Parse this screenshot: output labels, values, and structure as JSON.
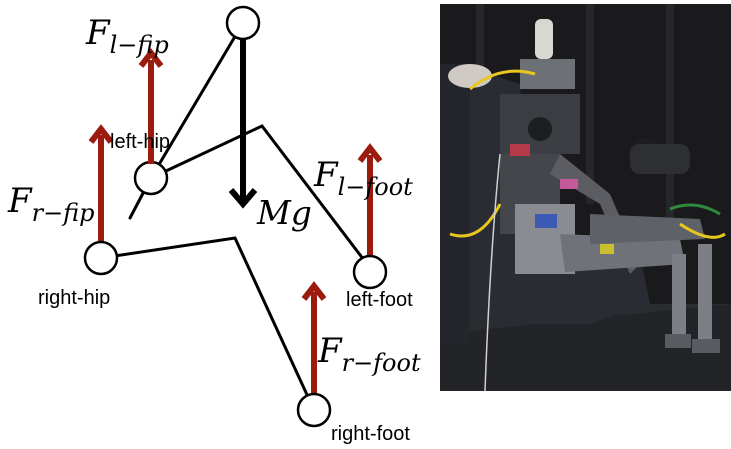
{
  "diagram": {
    "nodes": {
      "left_hip": "left-hip",
      "right_hip": "right-hip",
      "left_foot": "left-foot",
      "right_foot": "right-foot"
    },
    "forces": {
      "l_fip": {
        "base": "F",
        "sub": "l−fip"
      },
      "r_fip": {
        "base": "F",
        "sub": "r−fip"
      },
      "l_foot": {
        "base": "F",
        "sub": "l−foot"
      },
      "r_foot": {
        "base": "F",
        "sub": "r−foot"
      },
      "gravity": "Mg"
    },
    "colors": {
      "force_arrow": "#9b1b0e",
      "gravity_arrow": "#000000",
      "links": "#000000",
      "joints": "#ffffff"
    }
  },
  "photo": {
    "subject": "humanoid robot seated in a car seat",
    "colors": {
      "background": "#1a1a1c",
      "seat": "#2a2c33",
      "robot_frame": "#7a7d82",
      "cables": "#e8c81e"
    }
  }
}
